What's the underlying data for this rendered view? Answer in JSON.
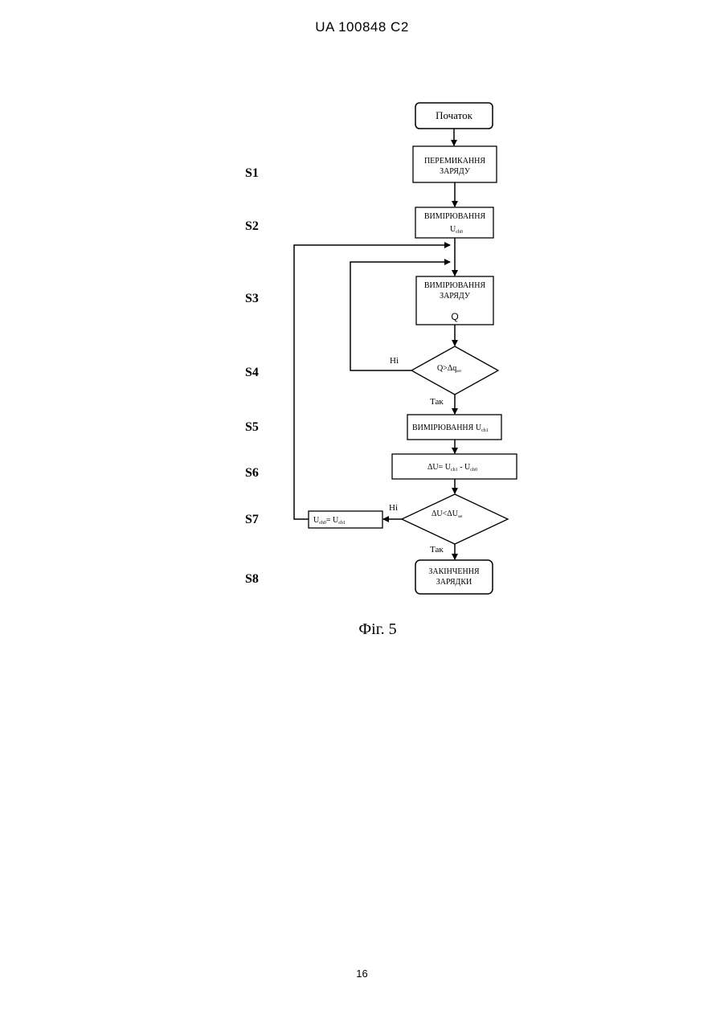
{
  "header": "UA   100848   C2",
  "page_number": "16",
  "caption": "Фіг. 5",
  "step_labels": [
    "S1",
    "S2",
    "S3",
    "S4",
    "S5",
    "S6",
    "S7",
    "S8"
  ],
  "nodes": {
    "start": "Початок",
    "switch_line1": "ПЕРЕМИКАННЯ",
    "switch_line2": "ЗАРЯДУ",
    "measure_u0_line1": "ВИМІРЮВАННЯ",
    "measure_u0_main": "U",
    "measure_u0_sub": "ch0",
    "measure_q_line1": "ВИМІРЮВАННЯ",
    "measure_q_line2": "ЗАРЯДУ",
    "measure_q_line3": "Q",
    "decision_q_main": "Q>Δq",
    "decision_q_sub": "set",
    "measure_u1_text": "ВИМІРЮВАННЯ  U",
    "measure_u1_sub": "ch1",
    "delta_u_a": "ΔU= U",
    "delta_u_sub1": "ch1",
    "delta_u_b": " - U",
    "delta_u_sub2": "ch0",
    "decision_u_main": "ΔU<ΔU",
    "decision_u_sub": "set",
    "assign_a": "U",
    "assign_sub1": "ch0",
    "assign_b": "= U",
    "assign_sub2": "ch1",
    "end_line1": "ЗАКІНЧЕННЯ",
    "end_line2": "ЗАРЯДКИ"
  },
  "branch_labels": {
    "no1": "Ні",
    "yes1": "Так",
    "no2": "Ні",
    "yes2": "Так"
  }
}
